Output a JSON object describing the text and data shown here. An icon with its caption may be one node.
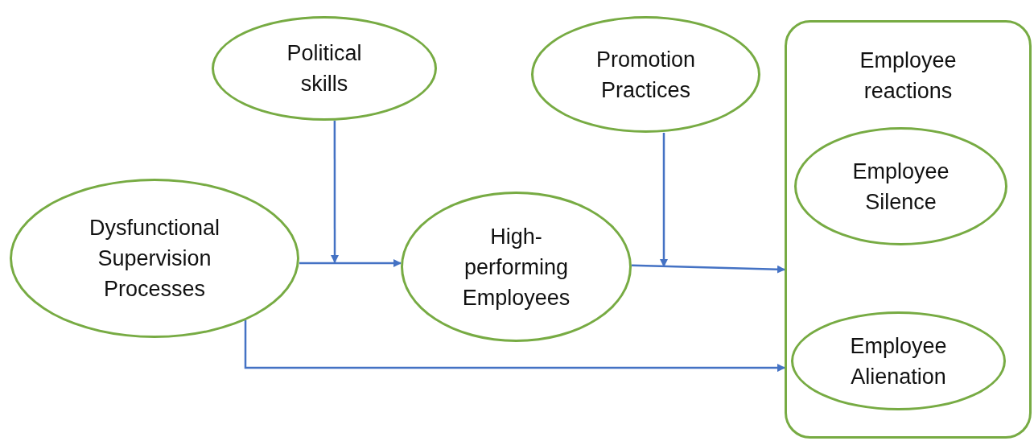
{
  "diagram": {
    "nodes": [
      {
        "text": [
          "Political skills"
        ]
      },
      {
        "text": [
          "Promotion Practices"
        ]
      },
      {
        "text": [
          "Employee reactions"
        ]
      },
      {
        "text": [
          "Employee Silence"
        ],
        "in": 2
      },
      {
        "text": [
          "Employee Alienation"
        ],
        "in": 2
      },
      {
        "text": [
          "Dysfunctional Supervision Processes"
        ]
      },
      {
        "text": [
          "High-performing Employees"
        ]
      }
    ],
    "edges": [
      {
        "from": 5,
        "to": 6,
        "arrow": "to"
      },
      {
        "from": 0,
        "to": null,
        "arrow": "to"
      },
      {
        "from": 6,
        "to": 2,
        "arrow": "to"
      },
      {
        "from": 1,
        "to": null,
        "arrow": "to"
      },
      {
        "from": 5,
        "to": 2,
        "arrow": "to"
      }
    ]
  }
}
